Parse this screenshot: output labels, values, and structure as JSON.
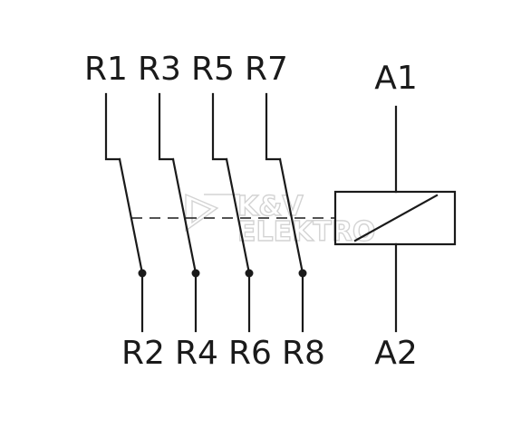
{
  "contacts": [
    {
      "top": "R1",
      "bottom": "R2"
    },
    {
      "top": "R3",
      "bottom": "R4"
    },
    {
      "top": "R5",
      "bottom": "R6"
    },
    {
      "top": "R7",
      "bottom": "R8"
    }
  ],
  "coil": {
    "top": "A1",
    "bottom": "A2"
  },
  "watermark": {
    "line1": "K&V",
    "line2": "ELEKTRO",
    "icon": "kv-elektro-logo-icon"
  },
  "colors": {
    "ink": "#1a1a1a",
    "watermark": "#d3d3d3"
  }
}
